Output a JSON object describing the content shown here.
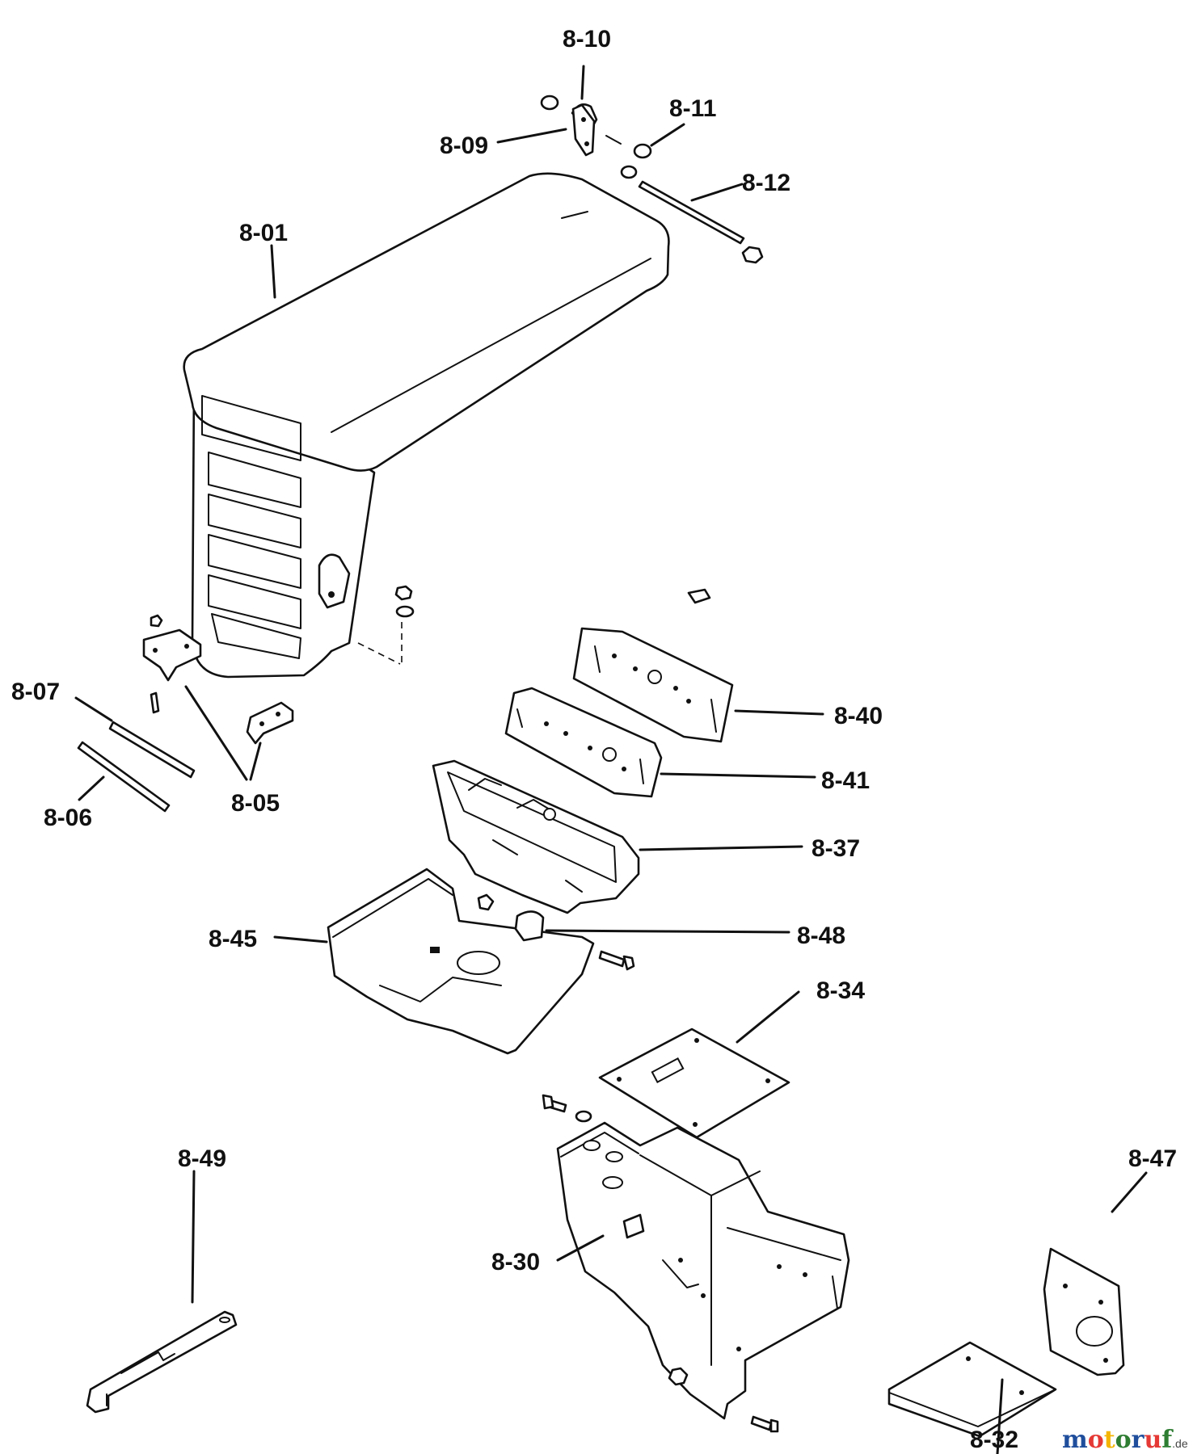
{
  "callouts": {
    "p8_10": "8-10",
    "p8_11": "8-11",
    "p8_09": "8-09",
    "p8_12": "8-12",
    "p8_01": "8-01",
    "p8_07": "8-07",
    "p8_06": "8-06",
    "p8_05": "8-05",
    "p8_40": "8-40",
    "p8_41": "8-41",
    "p8_37": "8-37",
    "p8_45": "8-45",
    "p8_48": "8-48",
    "p8_34": "8-34",
    "p8_49": "8-49",
    "p8_47": "8-47",
    "p8_30": "8-30",
    "p8_32": "8-32"
  },
  "watermark": {
    "brand": "motoruf",
    "suffix": ".de",
    "colors": {
      "m": "#1f4e9c",
      "o1": "#e53935",
      "t": "#f4b400",
      "o2": "#2e7d32",
      "r": "#1f4e9c",
      "u": "#e53935",
      "f": "#2e7d32",
      "suffix": "#444444"
    }
  }
}
